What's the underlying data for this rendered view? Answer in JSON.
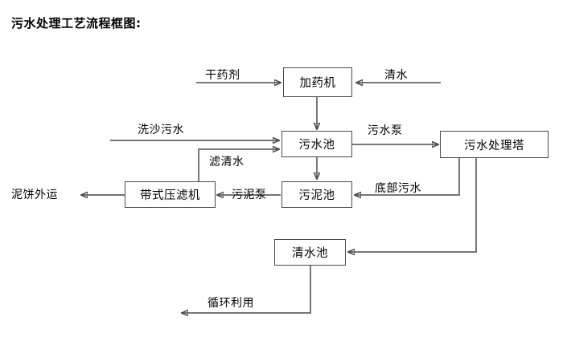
{
  "title": "污水处理工艺流程框图:",
  "diagram": {
    "type": "flowchart",
    "nodes": [
      {
        "id": "dosing-machine",
        "label": "加药机"
      },
      {
        "id": "wastewater-pool",
        "label": "污水池"
      },
      {
        "id": "treatment-tower",
        "label": "污水处理塔"
      },
      {
        "id": "belt-filter-press",
        "label": "带式压滤机"
      },
      {
        "id": "sludge-pool",
        "label": "污泥池"
      },
      {
        "id": "clean-water-pool",
        "label": "清水池"
      }
    ],
    "edge_labels": [
      {
        "id": "dry-chemical",
        "label": "干药剂"
      },
      {
        "id": "clean-water-in",
        "label": "清水"
      },
      {
        "id": "sand-wash-wastewater",
        "label": "洗沙污水"
      },
      {
        "id": "filtered-clear-water",
        "label": "滤清水"
      },
      {
        "id": "wastewater-pump",
        "label": "污水泵"
      },
      {
        "id": "mud-cake-transport",
        "label": "泥饼外运"
      },
      {
        "id": "sludge-pump",
        "label": "污泥泵"
      },
      {
        "id": "bottom-wastewater",
        "label": "底部污水"
      },
      {
        "id": "recycle-reuse",
        "label": "循环利用"
      }
    ],
    "colors": {
      "line": "#4a4a4a",
      "text": "#000000",
      "background": "#ffffff"
    }
  }
}
